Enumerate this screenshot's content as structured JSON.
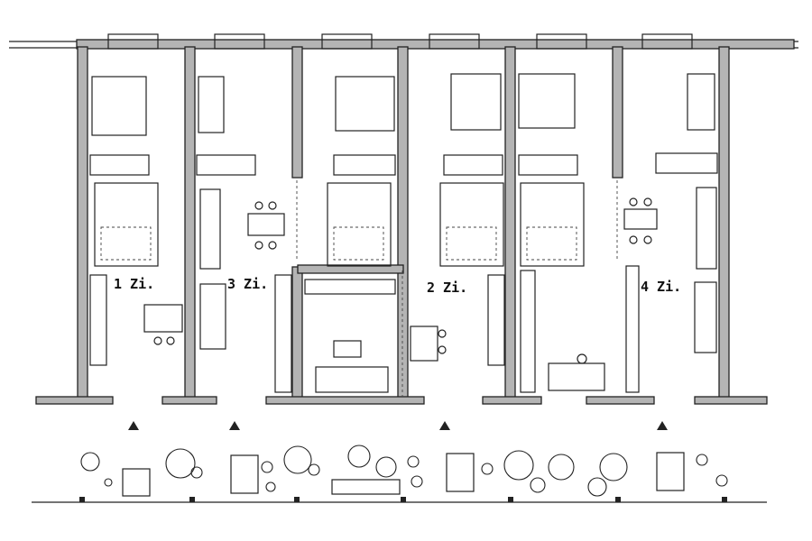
{
  "plan": {
    "units": [
      {
        "label": "1 Zi."
      },
      {
        "label": "3 Zi."
      },
      {
        "label": "2 Zi."
      },
      {
        "label": "4 Zi."
      }
    ]
  }
}
